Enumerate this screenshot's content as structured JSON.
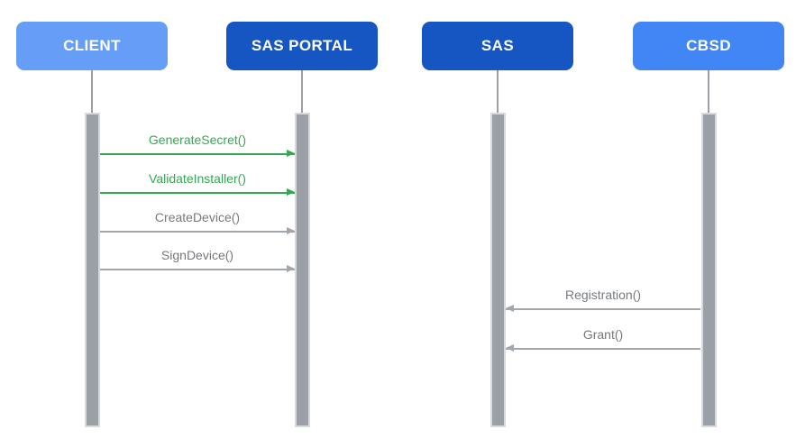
{
  "diagram": {
    "type": "sequence",
    "actors": [
      {
        "id": "client",
        "label": "CLIENT",
        "color": "#669DF6"
      },
      {
        "id": "sas-portal",
        "label": "SAS PORTAL",
        "color": "#1656C2"
      },
      {
        "id": "sas",
        "label": "SAS",
        "color": "#1656C2"
      },
      {
        "id": "cbsd",
        "label": "CBSD",
        "color": "#4285F4"
      }
    ],
    "messages": [
      {
        "label": "GenerateSecret()",
        "from": "CLIENT",
        "to": "SAS PORTAL",
        "direction": "right",
        "text_color": "#34A853",
        "line_color": "#34A853"
      },
      {
        "label": "ValidateInstaller()",
        "from": "CLIENT",
        "to": "SAS PORTAL",
        "direction": "right",
        "text_color": "#34A853",
        "line_color": "#34A853"
      },
      {
        "label": "CreateDevice()",
        "from": "CLIENT",
        "to": "SAS PORTAL",
        "direction": "right",
        "text_color": "#75797E",
        "line_color": "#A2A7AC"
      },
      {
        "label": "SignDevice()",
        "from": "CLIENT",
        "to": "SAS PORTAL",
        "direction": "right",
        "text_color": "#75797E",
        "line_color": "#A2A7AC"
      },
      {
        "label": "Registration()",
        "from": "CBSD",
        "to": "SAS",
        "direction": "left",
        "text_color": "#75797E",
        "line_color": "#A2A7AC"
      },
      {
        "label": "Grant()",
        "from": "CBSD",
        "to": "SAS",
        "direction": "left",
        "text_color": "#75797E",
        "line_color": "#A2A7AC"
      }
    ],
    "colors": {
      "lifeline": "#9AA0A6",
      "activation_fill": "#9AA0A6",
      "activation_border": "#D7D9DC",
      "background": "#FFFFFF"
    }
  }
}
